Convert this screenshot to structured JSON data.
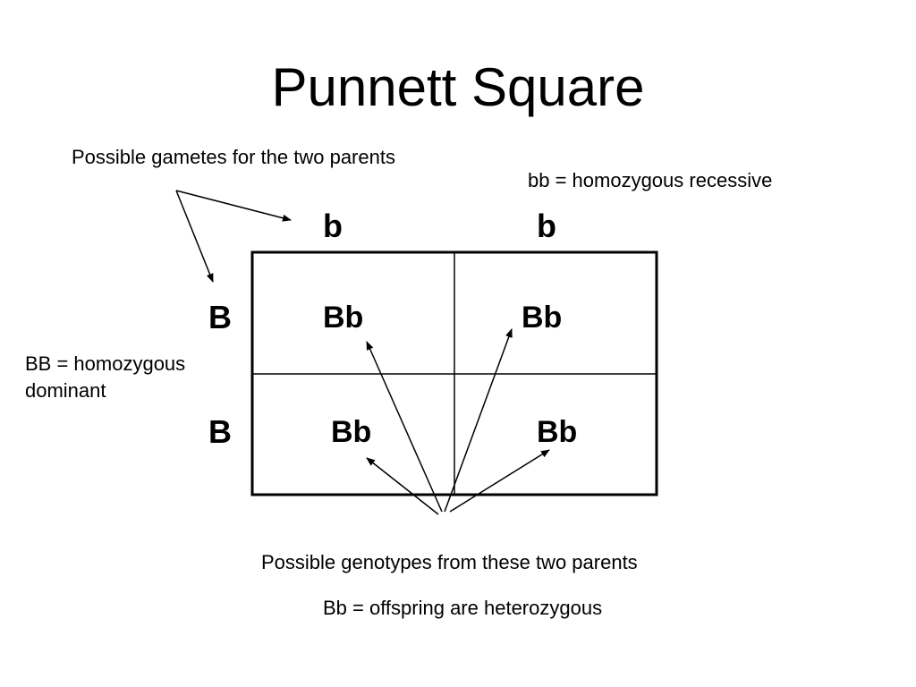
{
  "title": "Punnett Square",
  "notes": {
    "gametes": "Possible gametes for the two parents",
    "homozygous_recessive": "bb = homozygous recessive",
    "homozygous_dominant": "BB = homozygous dominant",
    "genotypes": "Possible genotypes from these two parents",
    "heterozygous": "Bb = offspring are heterozygous"
  },
  "square": {
    "column_gametes": [
      "b",
      "b"
    ],
    "row_gametes": [
      "B",
      "B"
    ],
    "cells": [
      [
        "Bb",
        "Bb"
      ],
      [
        "Bb",
        "Bb"
      ]
    ]
  }
}
